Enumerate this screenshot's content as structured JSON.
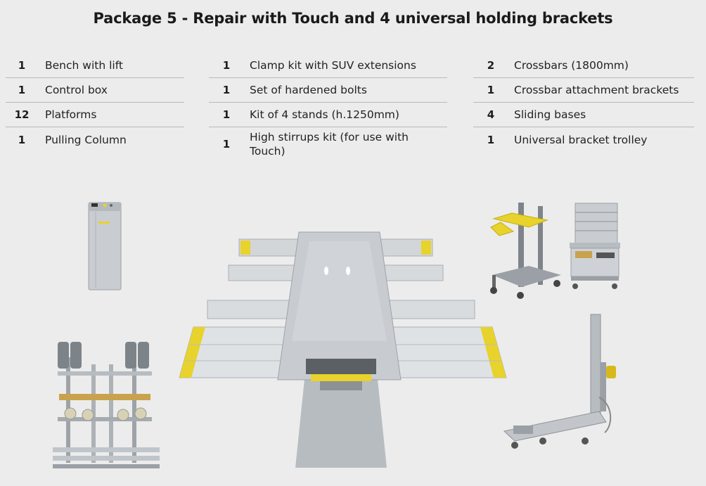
{
  "title": "Package 5 - Repair with Touch and 4 universal holding brackets",
  "columns": [
    {
      "items": [
        {
          "qty": "1",
          "label": "Bench with lift"
        },
        {
          "qty": "1",
          "label": "Control box"
        },
        {
          "qty": "12",
          "label": "Platforms"
        },
        {
          "qty": "1",
          "label": "Pulling Column"
        }
      ]
    },
    {
      "items": [
        {
          "qty": "1",
          "label": "Clamp kit with SUV extensions"
        },
        {
          "qty": "1",
          "label": "Set of hardened bolts"
        },
        {
          "qty": "1",
          "label": "Kit of 4 stands (h.1250mm)"
        },
        {
          "qty": "1",
          "label": "High stirrups kit (for use with Touch)"
        }
      ]
    },
    {
      "items": [
        {
          "qty": "2",
          "label": "Crossbars (1800mm)"
        },
        {
          "qty": "1",
          "label": "Crossbar attachment brackets"
        },
        {
          "qty": "4",
          "label": "Sliding bases"
        },
        {
          "qty": "1",
          "label": "Universal bracket trolley"
        }
      ]
    }
  ],
  "colors": {
    "background": "#ececec",
    "accent_yellow": "#e8d22c",
    "metal": "#c4c8cc",
    "metal_dark": "#8d9297"
  }
}
